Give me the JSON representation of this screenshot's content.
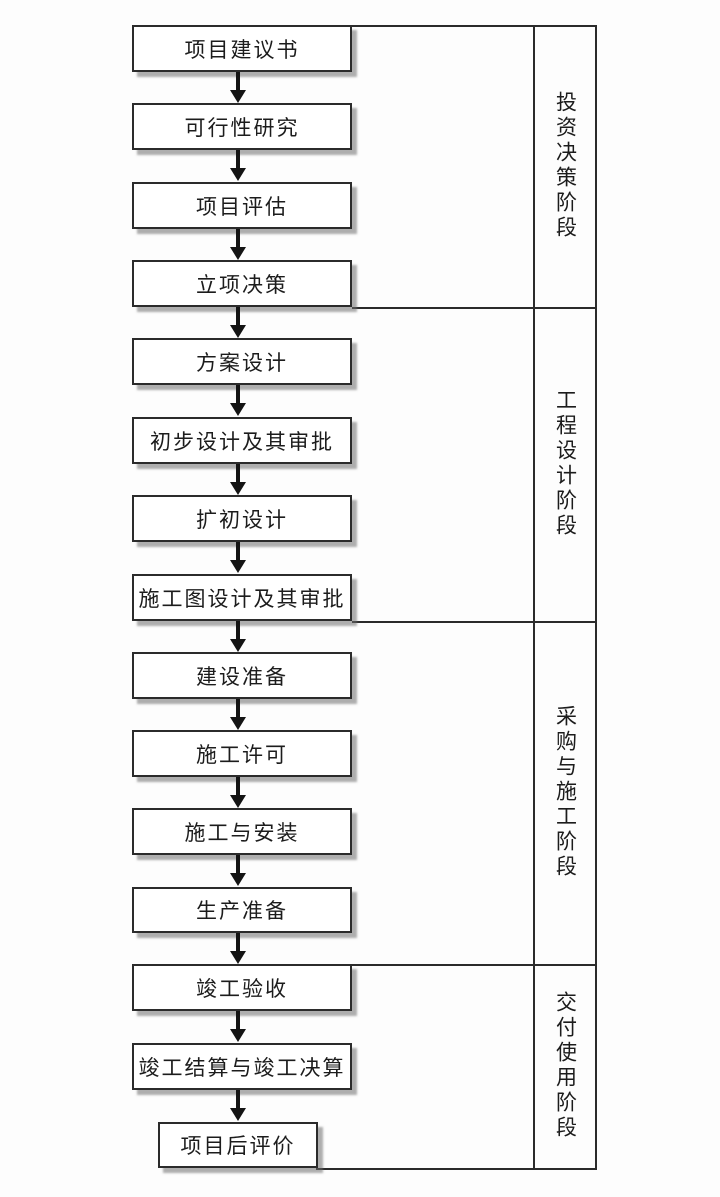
{
  "diagram": {
    "title": "construction-project-lifecycle-flowchart",
    "boxes": [
      {
        "label": "项目建议书"
      },
      {
        "label": "可行性研究"
      },
      {
        "label": "项目评估"
      },
      {
        "label": "立项决策"
      },
      {
        "label": "方案设计"
      },
      {
        "label": "初步设计及其审批"
      },
      {
        "label": "扩初设计"
      },
      {
        "label": "施工图设计及其审批"
      },
      {
        "label": "建设准备"
      },
      {
        "label": "施工许可"
      },
      {
        "label": "施工与安装"
      },
      {
        "label": "生产准备"
      },
      {
        "label": "竣工验收"
      },
      {
        "label": "竣工结算与竣工决算"
      },
      {
        "label": "项目后评价"
      }
    ],
    "phases": [
      {
        "label": "投资决策阶段"
      },
      {
        "label": "工程设计阶段"
      },
      {
        "label": "采购与施工阶段"
      },
      {
        "label": "交付使用阶段"
      }
    ],
    "colors": {
      "line": "#2b2b2b",
      "arrow": "#141414",
      "box_fill": "#ffffff",
      "shadow": "#6e6e6e",
      "text": "#1c1c1c",
      "background": "#fdfdfd"
    }
  }
}
